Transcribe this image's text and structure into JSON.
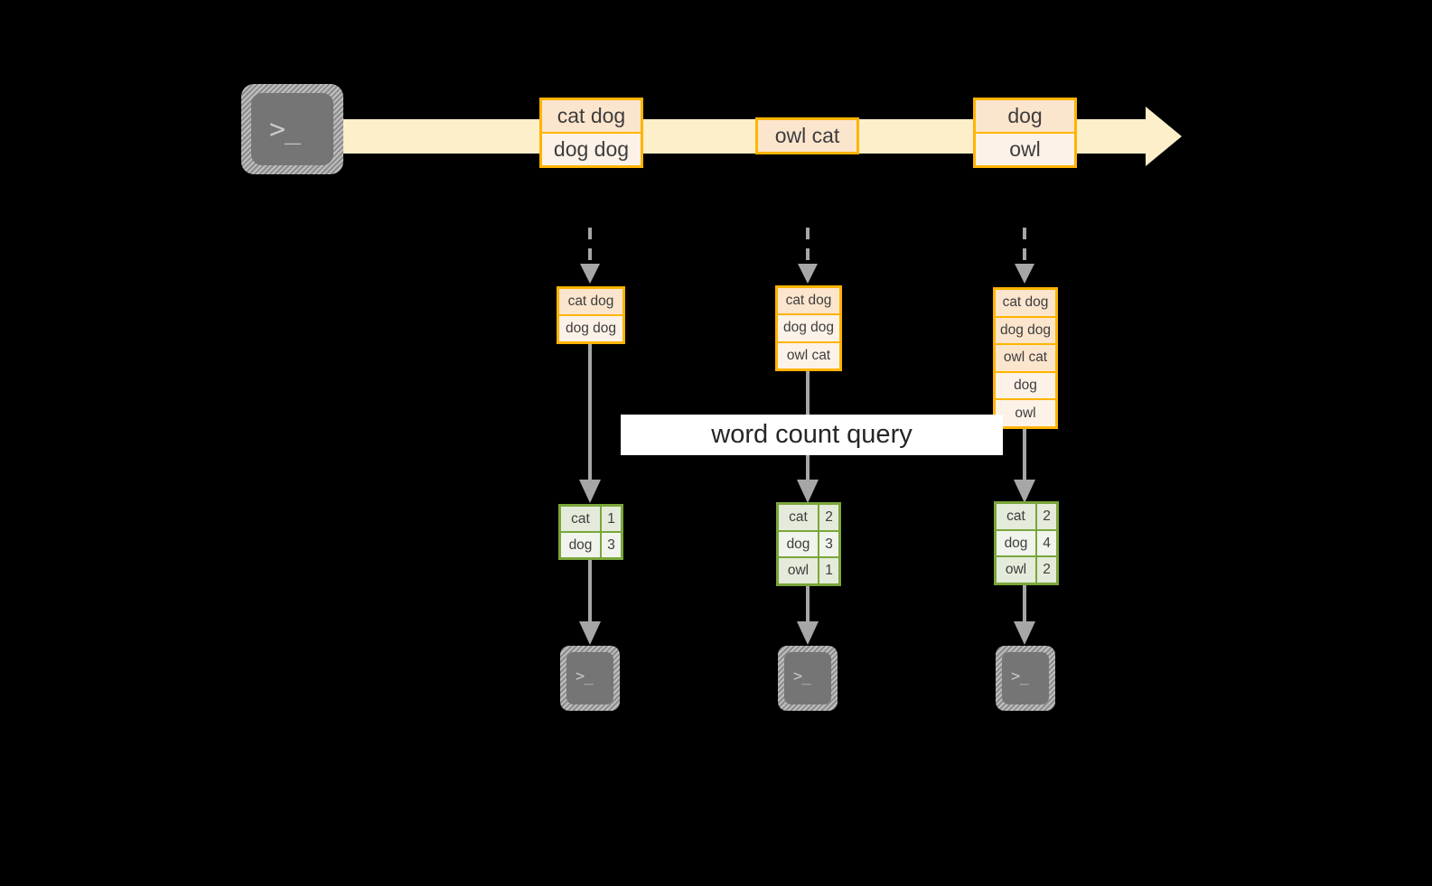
{
  "diagram": {
    "title_label": "word count query",
    "colors": {
      "stream_fill": "#fcefca",
      "event_border": "#ffb400",
      "event_fill_dark": "#fce5cd",
      "event_fill_light": "#fdf2e8",
      "result_border": "#7aa63a",
      "result_fill_dark": "#e4ebda",
      "result_fill_light": "#f1f4ed",
      "connector": "#a6a6a6",
      "terminal_fill": "#757575",
      "background": "#000000"
    },
    "source_terminal": {
      "icon": "terminal-prompt-icon",
      "glyph": ">_"
    },
    "stream": {
      "icon": "arrow-right-icon",
      "events": [
        {
          "lines": [
            "cat dog",
            "dog dog"
          ]
        },
        {
          "lines": [
            "owl cat"
          ]
        },
        {
          "lines": [
            "dog",
            "owl"
          ]
        }
      ]
    },
    "columns": [
      {
        "name": "snapshot-1",
        "inbound_icon": "dashed-arrow-down-icon",
        "batch": [
          "cat dog",
          "dog dog"
        ],
        "result": {
          "rows": [
            {
              "word": "cat",
              "count": "1"
            },
            {
              "word": "dog",
              "count": "3"
            }
          ]
        },
        "sink_terminal": {
          "icon": "terminal-prompt-icon",
          "glyph": ">_"
        }
      },
      {
        "name": "snapshot-2",
        "inbound_icon": "dashed-arrow-down-icon",
        "batch": [
          "cat dog",
          "dog dog",
          "owl cat"
        ],
        "result": {
          "rows": [
            {
              "word": "cat",
              "count": "2"
            },
            {
              "word": "dog",
              "count": "3"
            },
            {
              "word": "owl",
              "count": "1"
            }
          ]
        },
        "sink_terminal": {
          "icon": "terminal-prompt-icon",
          "glyph": ">_"
        }
      },
      {
        "name": "snapshot-3",
        "inbound_icon": "dashed-arrow-down-icon",
        "batch": [
          "cat dog",
          "dog dog",
          "owl cat",
          "dog",
          "owl"
        ],
        "result": {
          "rows": [
            {
              "word": "cat",
              "count": "2"
            },
            {
              "word": "dog",
              "count": "4"
            },
            {
              "word": "owl",
              "count": "2"
            }
          ]
        },
        "sink_terminal": {
          "icon": "terminal-prompt-icon",
          "glyph": ">_"
        }
      }
    ]
  }
}
